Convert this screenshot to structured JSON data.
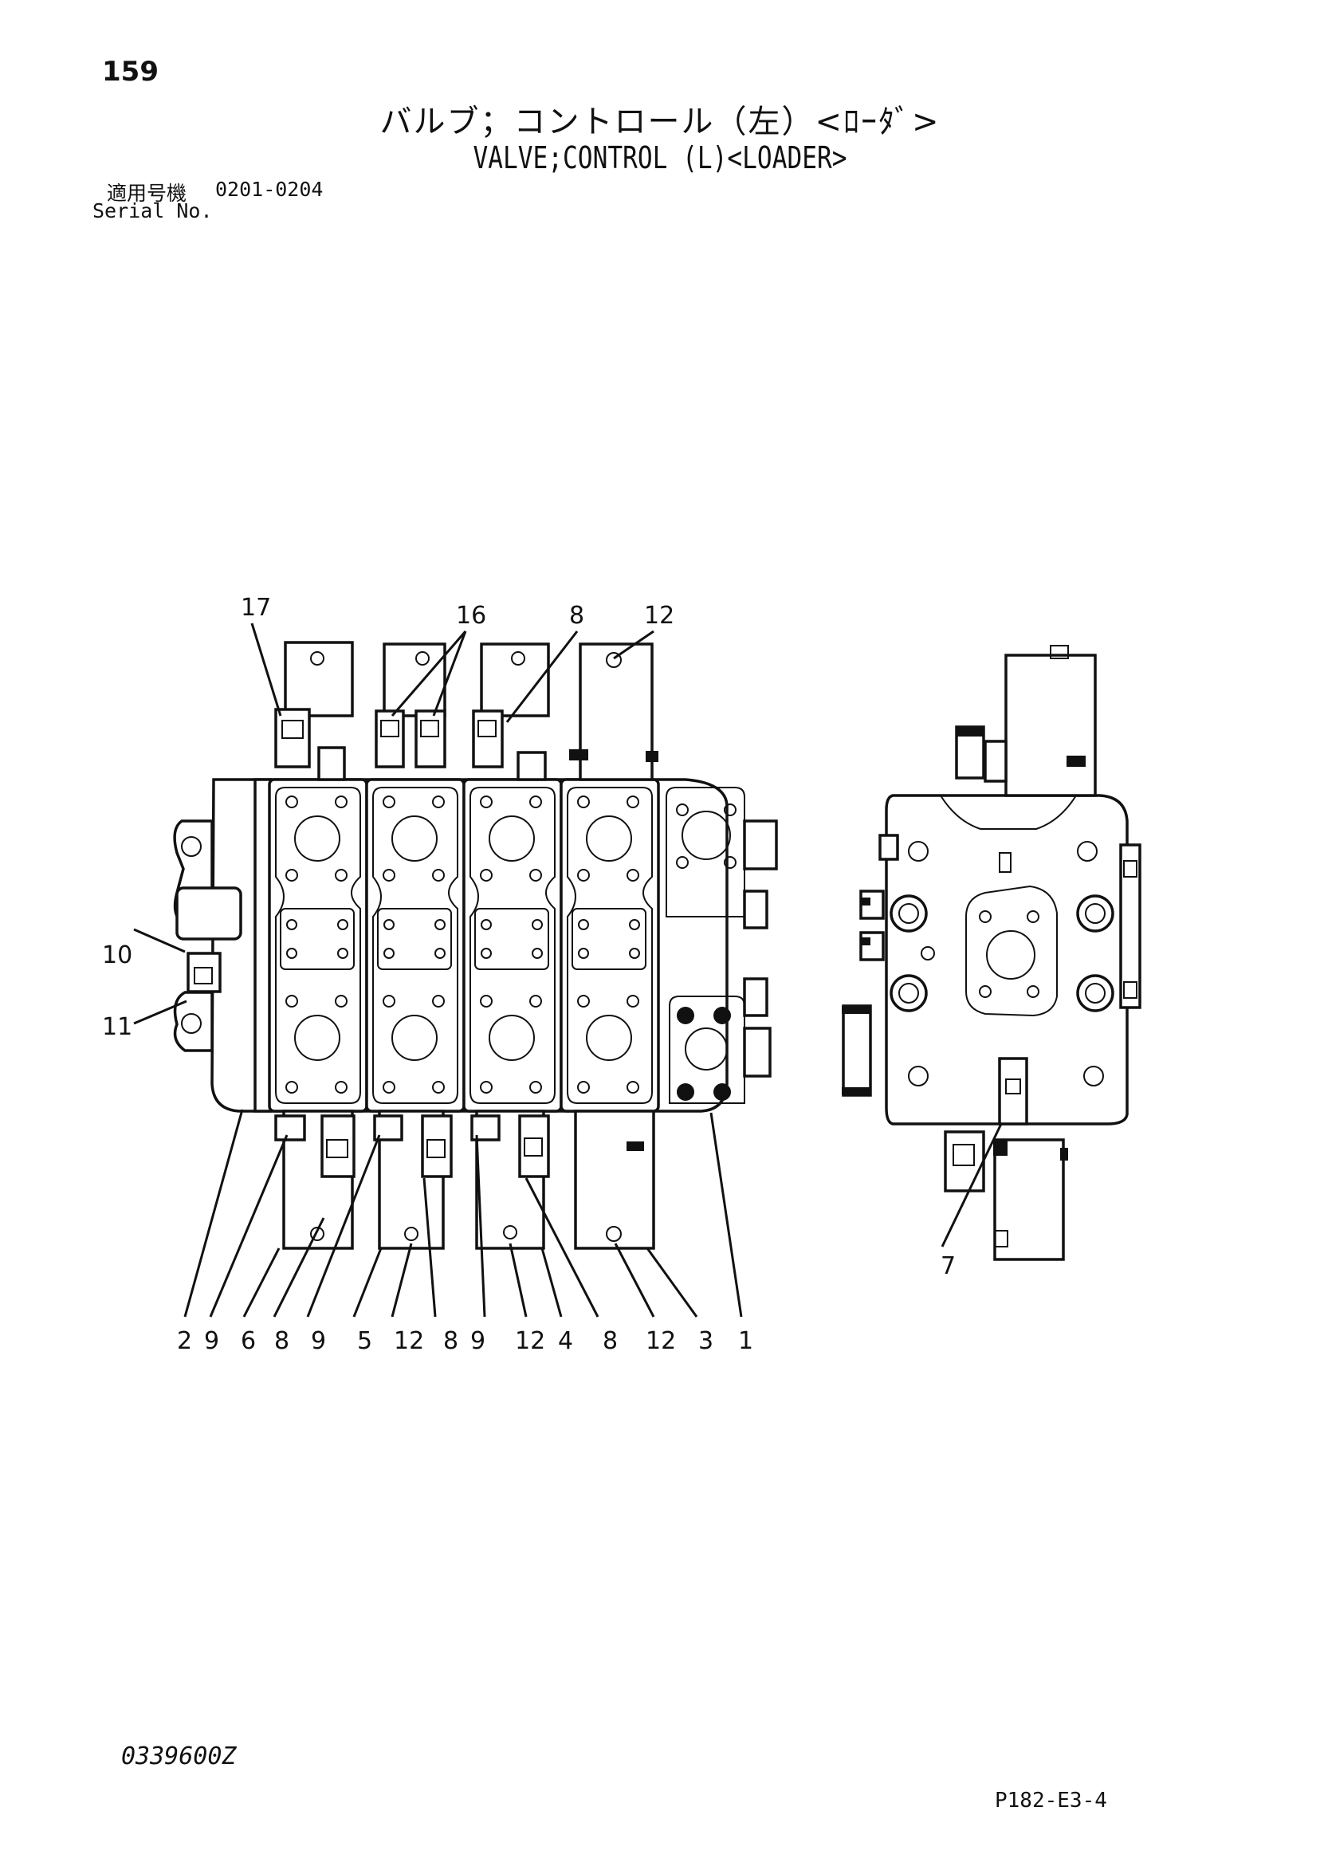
{
  "page_number": "159",
  "title_jp": "バルブ；コントロール（左）<ﾛｰﾀﾞ>",
  "title_en": "VALVE;CONTROL (L)<LOADER>",
  "serial": {
    "label_jp": "適用号機",
    "range": "0201-0204",
    "label_en": "Serial No."
  },
  "doc_code": "0339600Z",
  "page_ref": "P182-E3-4",
  "callouts": {
    "c17": "17",
    "c16": "16",
    "c8top": "8",
    "c12top": "12",
    "c10": "10",
    "c11": "11",
    "c7": "7",
    "b2": "2",
    "b9a": "9",
    "b6": "6",
    "b8a": "8",
    "b9b": "9",
    "b5": "5",
    "b12a": "12",
    "b8b": "8",
    "b9c": "9",
    "b12b": "12",
    "b4": "4",
    "b8c": "8",
    "b12c": "12",
    "b3": "3",
    "b1": "1"
  }
}
